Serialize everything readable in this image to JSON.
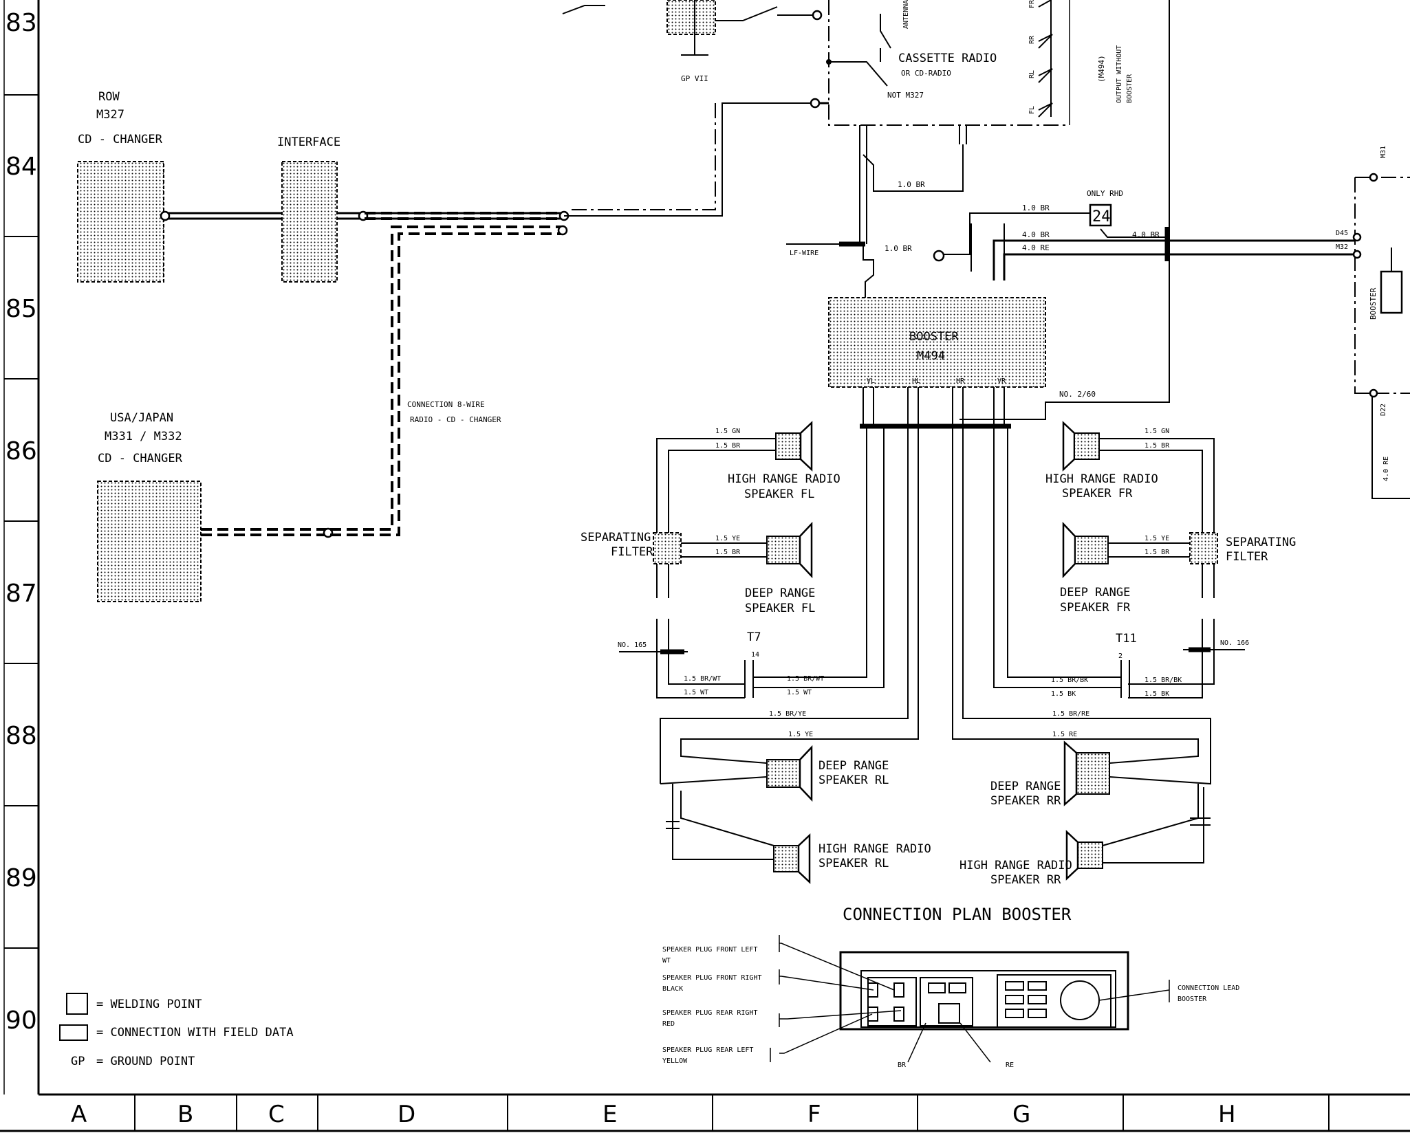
{
  "grid": {
    "rows": [
      "83",
      "84",
      "85",
      "86",
      "87",
      "88",
      "89",
      "90"
    ],
    "columns": [
      "A",
      "B",
      "C",
      "D",
      "E",
      "F",
      "G",
      "H"
    ]
  },
  "labels": {
    "gp7": "GP VII",
    "antenna": "ANTENNA",
    "radio": "CASSETTE RADIO",
    "radio_sub": "OR CD-RADIO",
    "not_m327": "NOT M327",
    "output_ch": {
      "fr": "FR",
      "rr": "RR",
      "rl": "RL",
      "fl": "FL"
    },
    "m494_note": "(M494)",
    "output_note_1": "OUTPUT WITHOUT",
    "output_note_2": "BOOSTER",
    "row": "ROW",
    "m327": "M327",
    "cd_changer_row": "CD - CHANGER",
    "interface": "INTERFACE",
    "usa_japan": "USA/JAPAN",
    "m331_m332": "M331 / M332",
    "cd_changer_us": "CD - CHANGER",
    "connection_8wire_1": "CONNECTION 8-WIRE",
    "connection_8wire_2": "RADIO - CD - CHANGER",
    "only_rhd": "ONLY RHD",
    "fuse_24": "24",
    "lf_wire": "LF-WIRE",
    "booster": "BOOSTER",
    "booster_code": "M494",
    "booster_pins": {
      "vl": "VL",
      "hl": "HL",
      "hr": "HR",
      "vr": "VR"
    },
    "no_260": "NO. 2/60",
    "no_165": "NO. 165",
    "no_166": "NO. 166",
    "t7": "T7",
    "t11": "T11",
    "pin_14": "14",
    "pin_2": "2",
    "m31": "M31",
    "d45": "D45",
    "m32": "M32",
    "d22": "D22",
    "booster_side": "BOOSTER",
    "wire_40re_side": "4.0 RE",
    "sep_filter_l_1": "SEPARATING",
    "sep_filter_l_2": "FILTER",
    "sep_filter_r_1": "SEPARATING",
    "sep_filter_r_2": "FILTER",
    "hr_fl_1": "HIGH RANGE RADIO",
    "hr_fl_2": "SPEAKER FL",
    "dr_fl_1": "DEEP RANGE",
    "dr_fl_2": "SPEAKER FL",
    "hr_fr_1": "HIGH RANGE RADIO",
    "hr_fr_2": "SPEAKER FR",
    "dr_fr_1": "DEEP RANGE",
    "dr_fr_2": "SPEAKER FR",
    "dr_rl_1": "DEEP RANGE",
    "dr_rl_2": "SPEAKER RL",
    "hr_rl_1": "HIGH RANGE RADIO",
    "hr_rl_2": "SPEAKER RL",
    "dr_rr_1": "DEEP RANGE",
    "dr_rr_2": "SPEAKER RR",
    "hr_rr_1": "HIGH RANGE RADIO",
    "hr_rr_2": "SPEAKER RR"
  },
  "wires": {
    "w10br_a": "1.0 BR",
    "w10br_b": "1.0 BR",
    "w10br_c": "1.0 BR",
    "w40br_a": "4.0 BR",
    "w40br_b": "4.0 BR",
    "w40re": "4.0 RE",
    "gn_l": "1.5 GN",
    "br_l": "1.5 BR",
    "ye_l": "1.5 YE",
    "br_l2": "1.5 BR",
    "brwt_l": "1.5 BR/WT",
    "wt_l": "1.5 WT",
    "brwt_l2": "1.5 BR/WT",
    "wt_l2": "1.5 WT",
    "brye": "1.5 BR/YE",
    "ye_rear": "1.5 YE",
    "gn_r": "1.5 GN",
    "br_r": "1.5 BR",
    "ye_r": "1.5 YE",
    "br_r2": "1.5 BR",
    "brbk_r": "1.5 BR/BK",
    "bk_r": "1.5 BK",
    "brbk_r2": "1.5 BR/BK",
    "bk_r2": "1.5 BK",
    "brre": "1.5 BR/RE",
    "re_rear": "1.5 RE"
  },
  "connection_plan": {
    "title": "CONNECTION PLAN BOOSTER",
    "front_left_1": "SPEAKER PLUG FRONT LEFT",
    "front_left_2": "WT",
    "front_right_1": "SPEAKER PLUG FRONT RIGHT",
    "front_right_2": "BLACK",
    "rear_right_1": "SPEAKER PLUG REAR RIGHT",
    "rear_right_2": "RED",
    "rear_left_1": "SPEAKER PLUG REAR LEFT",
    "rear_left_2": "YELLOW",
    "lead_1": "CONNECTION LEAD",
    "lead_2": "BOOSTER",
    "br": "BR",
    "re": "RE"
  },
  "legend": {
    "welding": "= WELDING POINT",
    "field": "= CONNECTION WITH FIELD DATA",
    "gp": "GP",
    "gp_text": "= GROUND POINT"
  }
}
